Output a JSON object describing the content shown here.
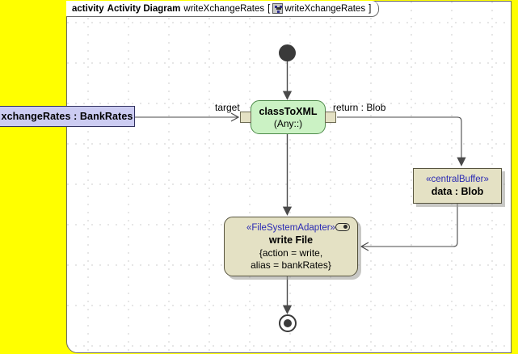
{
  "frame": {
    "keyword": "activity",
    "type_label": "Activity Diagram",
    "name": "writeXchangeRates",
    "bracket_open": "[",
    "bracket_close": "]",
    "icon": "activity-diagram-icon",
    "qualified_name": "writeXchangeRates"
  },
  "canvas": {
    "background_color": "#ffff00",
    "frame_background": "#ffffff",
    "grid": "dot-grid"
  },
  "nodes": {
    "object_node": {
      "label": "xchangeRates : BankRates",
      "fill": "#ccccf2",
      "stroke": "#31315f"
    },
    "initial_node": {
      "name": "initial-node",
      "fill": "#3a3a3a"
    },
    "action_classtoxml": {
      "title": "classToXML",
      "subtitle": "(Any::)",
      "fill": "#cbf2c4",
      "stroke": "#4e8a4a",
      "input_pin_label": "target",
      "output_pin_label": "return : Blob"
    },
    "central_buffer": {
      "stereotype": "«centralBuffer»",
      "label": "data : Blob",
      "fill": "#e4e1c4",
      "stroke": "#57543e"
    },
    "action_writefile": {
      "stereotype": "«FileSystemAdapter»",
      "title": "write File",
      "constraint_line1": "{action = write,",
      "constraint_line2": "alias = bankRates}",
      "badge_icon": "port-badge-icon",
      "fill": "#e4e1c4",
      "stroke": "#57543e"
    },
    "final_node": {
      "name": "activity-final-node",
      "fill": "#3a3a3a"
    }
  },
  "edges": [
    {
      "name": "edge-objectnode-to-target",
      "from": "xchangeRates : BankRates",
      "to": "target"
    },
    {
      "name": "edge-initial-to-classtoxml",
      "from": "initial-node",
      "to": "classToXML"
    },
    {
      "name": "edge-return-to-centralbuffer",
      "from": "return : Blob",
      "to": "data : Blob"
    },
    {
      "name": "edge-centralbuffer-to-writefile",
      "from": "data : Blob",
      "to": "write File"
    },
    {
      "name": "edge-classtoxml-to-writefile",
      "from": "classToXML",
      "to": "write File"
    },
    {
      "name": "edge-writefile-to-final",
      "from": "write File",
      "to": "activity-final-node"
    }
  ]
}
